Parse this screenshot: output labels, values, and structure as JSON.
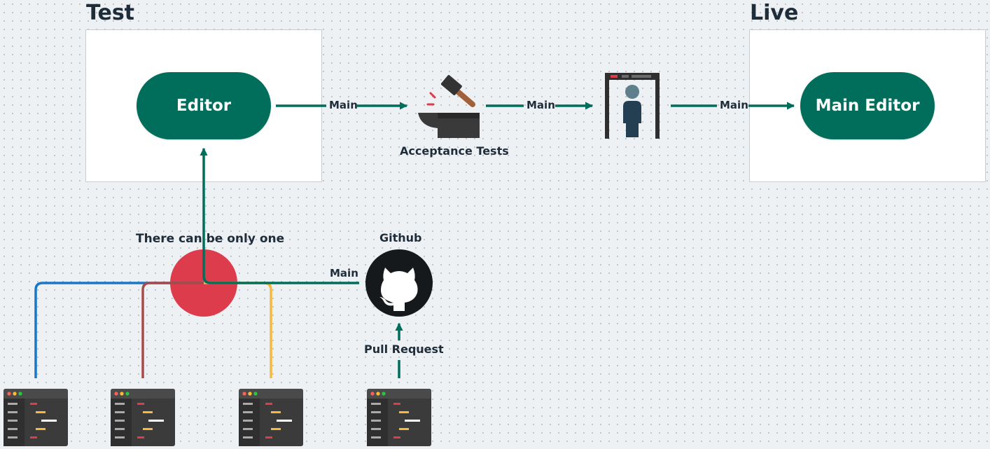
{
  "sections": {
    "test_title": "Test",
    "live_title": "Live"
  },
  "nodes": {
    "editor": "Editor",
    "main_editor": "Main Editor",
    "acceptance_tests": "Acceptance Tests",
    "github": "Github",
    "merge_caption": "There can be only one"
  },
  "edges": {
    "editor_to_tests": "Main",
    "tests_to_gate": "Main",
    "gate_to_live": "Main",
    "github_to_merge": "Main",
    "pull_request": "Pull Request"
  },
  "icons": {
    "acceptance": "anvil-hammer-icon",
    "gate": "security-gate-person-icon",
    "github": "github-octocat-icon",
    "merge": "red-circle-merge-node",
    "terminals": [
      "code-editor-window-icon",
      "code-editor-window-icon",
      "code-editor-window-icon",
      "code-editor-window-icon"
    ]
  },
  "colors": {
    "primary_green": "#006e5a",
    "merge_red": "#dc3c4b",
    "branch_blue": "#1877c9",
    "branch_brown": "#a94a4a",
    "branch_yellow": "#f6b93b",
    "text_dark": "#1f2d3a",
    "frame_border": "#c7ccd1"
  }
}
